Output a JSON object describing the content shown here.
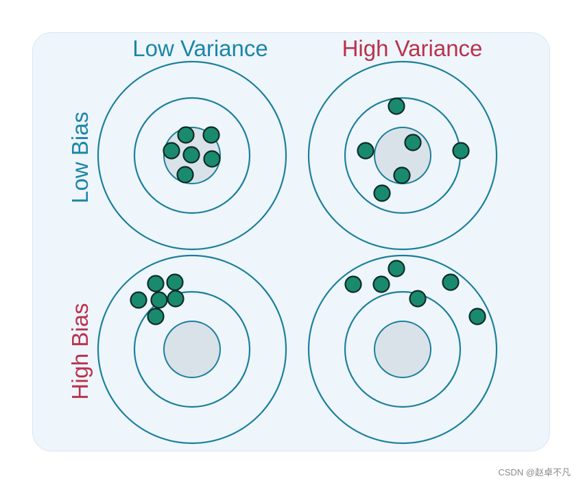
{
  "labels": {
    "low_variance": "Low Variance",
    "high_variance": "High Variance",
    "low_bias": "Low Bias",
    "high_bias": "High Bias"
  },
  "watermark": "CSDN @赵卓不凡",
  "colors": {
    "blue_label": "#1a85a9",
    "red_label": "#b8324c",
    "ring": "#1a7f9a",
    "bullseye_fill": "#d9e2e8",
    "shot_fill": "#1a8a6e",
    "background": "#eef5fb"
  },
  "targets": [
    {
      "name": "target-low-bias-low-variance"
    },
    {
      "name": "target-low-bias-high-variance"
    },
    {
      "name": "target-high-bias-low-variance"
    },
    {
      "name": "target-high-bias-high-variance"
    }
  ]
}
